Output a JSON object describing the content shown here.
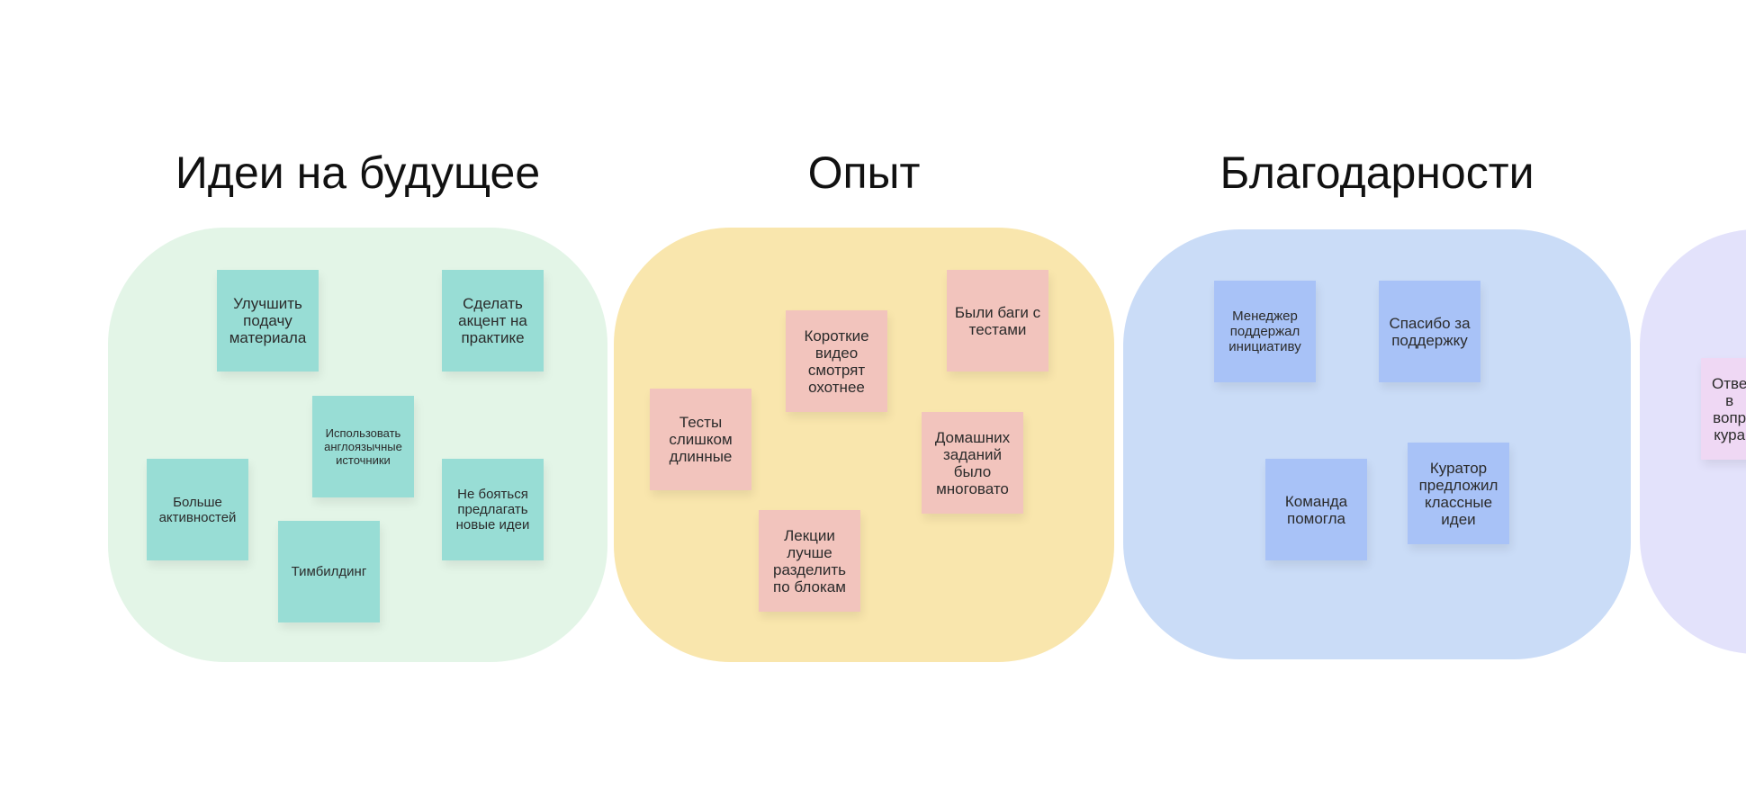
{
  "board": {
    "columns": [
      {
        "title": "Идеи на будущее",
        "color": "#e3f5e7",
        "stickies": [
          {
            "text": "Улучшить\nподачу\nматериала",
            "color": "#98ddd5"
          },
          {
            "text": "Сделать\nакцент на\nпрактике",
            "color": "#98ddd5"
          },
          {
            "text": "Использовать\nанглоязычные\nисточники",
            "color": "#98ddd5"
          },
          {
            "text": "Больше\nактивностей",
            "color": "#98ddd5"
          },
          {
            "text": "Не бояться\nпредлагать\nновые идеи",
            "color": "#98ddd5"
          },
          {
            "text": "Тимбилдинг",
            "color": "#98ddd5"
          }
        ]
      },
      {
        "title": "Опыт",
        "color": "#f9e6ad",
        "stickies": [
          {
            "text": "Были баги с\nтестами",
            "color": "#f2c4bd"
          },
          {
            "text": "Короткие\nвидео\nсмотрят\nохотнее",
            "color": "#f2c4bd"
          },
          {
            "text": "Тесты\nслишком\nдлинные",
            "color": "#f2c4bd"
          },
          {
            "text": "Домашних\nзаданий\nбыло\nмноговато",
            "color": "#f2c4bd"
          },
          {
            "text": "Лекции\nлучше\nразделить\nпо блокам",
            "color": "#f2c4bd"
          }
        ]
      },
      {
        "title": "Благодарности",
        "color": "#cadcf7",
        "stickies": [
          {
            "text": "Менеджер\nподдержал\nинициативу",
            "color": "#a8c2f7"
          },
          {
            "text": "Спасибо за\nподдержку",
            "color": "#a8c2f7"
          },
          {
            "text": "Команда\nпомогла",
            "color": "#a8c2f7"
          },
          {
            "text": "Куратор\nпредложил\nклассные\nидеи",
            "color": "#a8c2f7"
          }
        ]
      },
      {
        "title": "",
        "color": "#e3e2fb",
        "stickies": [
          {
            "text": "Отве\nв\nвопр\nкура",
            "color": "#efd8f4"
          }
        ]
      }
    ]
  }
}
